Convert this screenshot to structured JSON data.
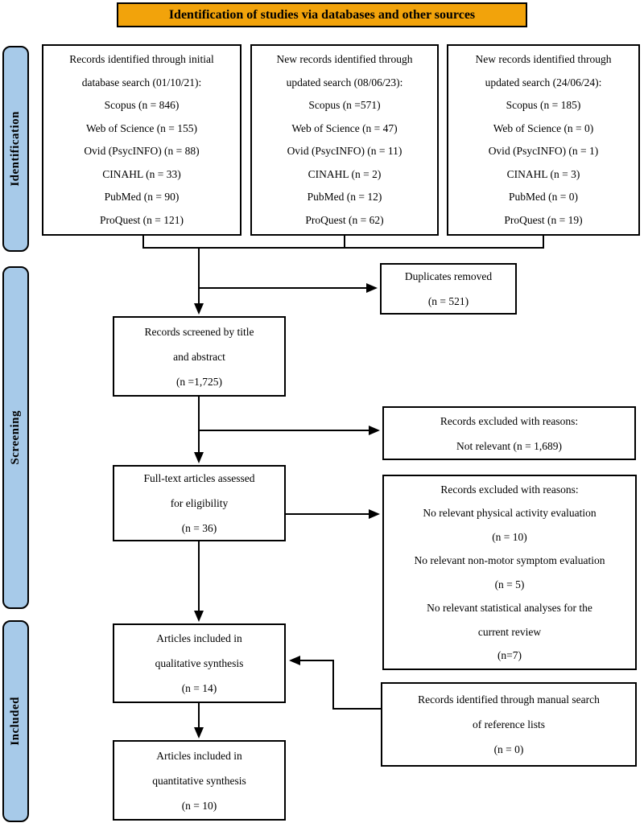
{
  "banner": {
    "label": "Identification of studies via databases and other sources",
    "bg_color": "#F2A30B"
  },
  "stage_bars": {
    "bg_color": "#A7CAE9",
    "items": [
      {
        "label": "Identification"
      },
      {
        "label": "Screening"
      },
      {
        "label": "Included"
      }
    ]
  },
  "boxes": {
    "initial_search": {
      "lines": [
        "Records identified through initial",
        "database search (01/10/21):",
        "Scopus (n = 846)",
        "Web of Science (n = 155)",
        "Ovid (PsycINFO) (n = 88)",
        "CINAHL (n = 33)",
        "PubMed (n = 90)",
        "ProQuest (n = 121)"
      ]
    },
    "updated_search_2023": {
      "lines": [
        "New records identified through",
        "updated search (08/06/23):",
        "Scopus (n =571)",
        "Web of Science (n = 47)",
        "Ovid (PsycINFO) (n = 11)",
        "CINAHL (n = 2)",
        "PubMed (n = 12)",
        "ProQuest (n = 62)"
      ]
    },
    "updated_search_2024": {
      "lines": [
        "New records identified through",
        "updated search (24/06/24):",
        "Scopus (n = 185)",
        "Web of Science (n = 0)",
        "Ovid (PsycINFO) (n = 1)",
        "CINAHL (n = 3)",
        "PubMed (n = 0)",
        "ProQuest (n = 19)"
      ]
    },
    "duplicates_removed": {
      "lines": [
        "Duplicates removed",
        "(n = 521)"
      ]
    },
    "records_screened": {
      "lines": [
        "Records screened by title",
        "and abstract",
        "(n =1,725)"
      ]
    },
    "excluded_title_abstract": {
      "lines": [
        "Records excluded with reasons:",
        "Not relevant (n = 1,689)"
      ]
    },
    "full_text_assessed": {
      "lines": [
        "Full-text articles assessed",
        "for eligibility",
        "(n = 36)"
      ]
    },
    "excluded_full_text": {
      "lines": [
        "Records excluded with reasons:",
        "No relevant physical activity evaluation",
        "(n = 10)",
        "No relevant non-motor symptom evaluation",
        "(n = 5)",
        "No relevant statistical analyses for the",
        "current review",
        "(n=7)"
      ]
    },
    "qualitative_synthesis": {
      "lines": [
        "Articles included in",
        "qualitative synthesis",
        "(n = 14)"
      ]
    },
    "manual_search": {
      "lines": [
        "Records identified through manual search",
        "of reference lists",
        "(n = 0)"
      ]
    },
    "quantitative_synthesis": {
      "lines": [
        "Articles included in",
        "quantitative synthesis",
        "(n = 10)"
      ]
    }
  }
}
